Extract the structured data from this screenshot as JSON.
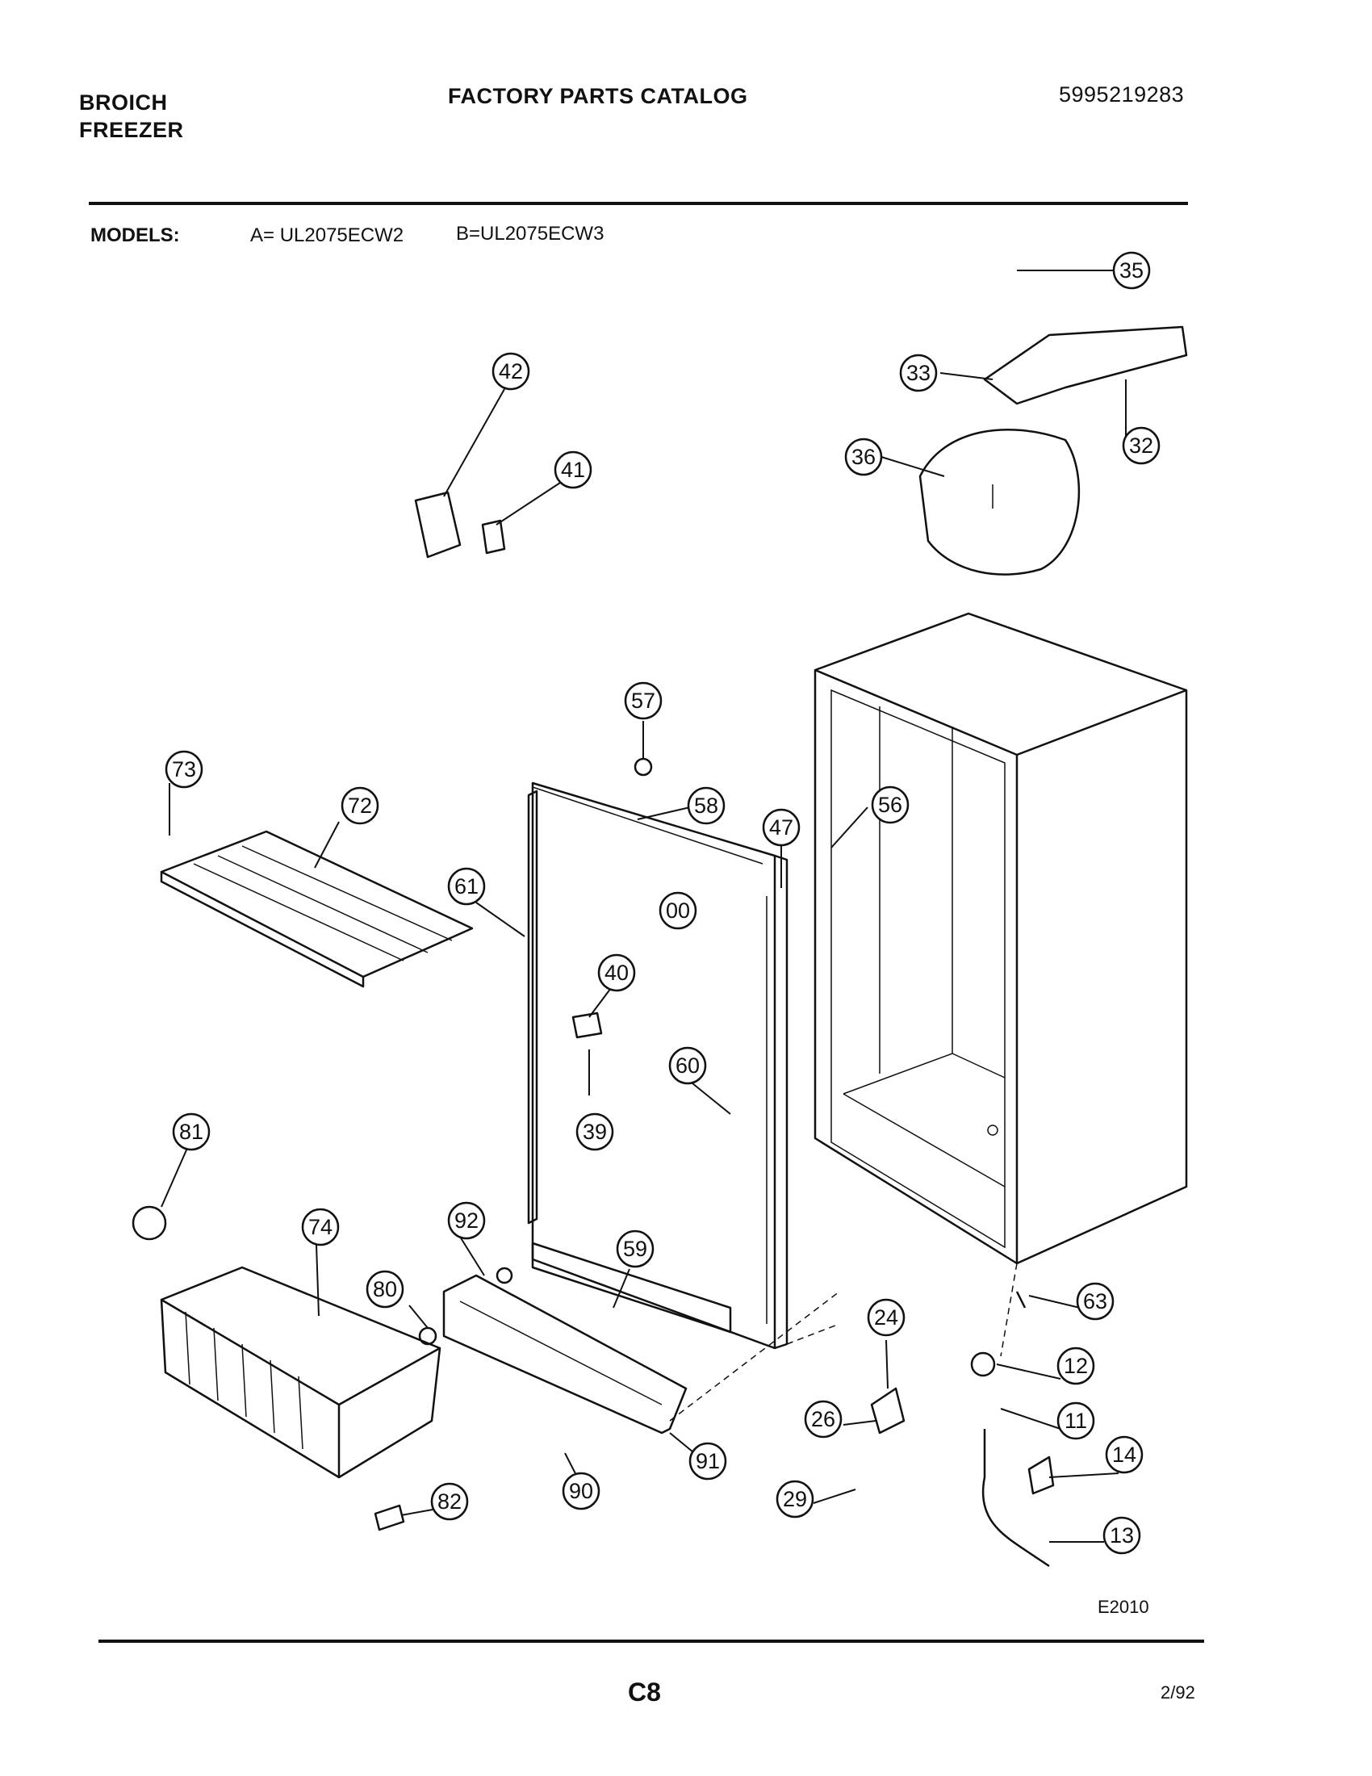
{
  "header": {
    "brand_line1": "BROICH",
    "brand_line2": "FREEZER",
    "title": "FACTORY PARTS CATALOG",
    "catalog_number": "5995219283"
  },
  "models": {
    "label": "MODELS:",
    "model_a": "A= UL2075ECW2",
    "model_b": "B=UL2075ECW3"
  },
  "callouts": [
    "35",
    "33",
    "32",
    "36",
    "42",
    "41",
    "57",
    "58",
    "47",
    "56",
    "73",
    "72",
    "61",
    "00",
    "40",
    "60",
    "39",
    "81",
    "74",
    "92",
    "59",
    "80",
    "24",
    "63",
    "12",
    "11",
    "26",
    "14",
    "91",
    "90",
    "29",
    "82",
    "13"
  ],
  "footer": {
    "drawing_code": "E2010",
    "page_number": "C8",
    "date": "2/92"
  }
}
